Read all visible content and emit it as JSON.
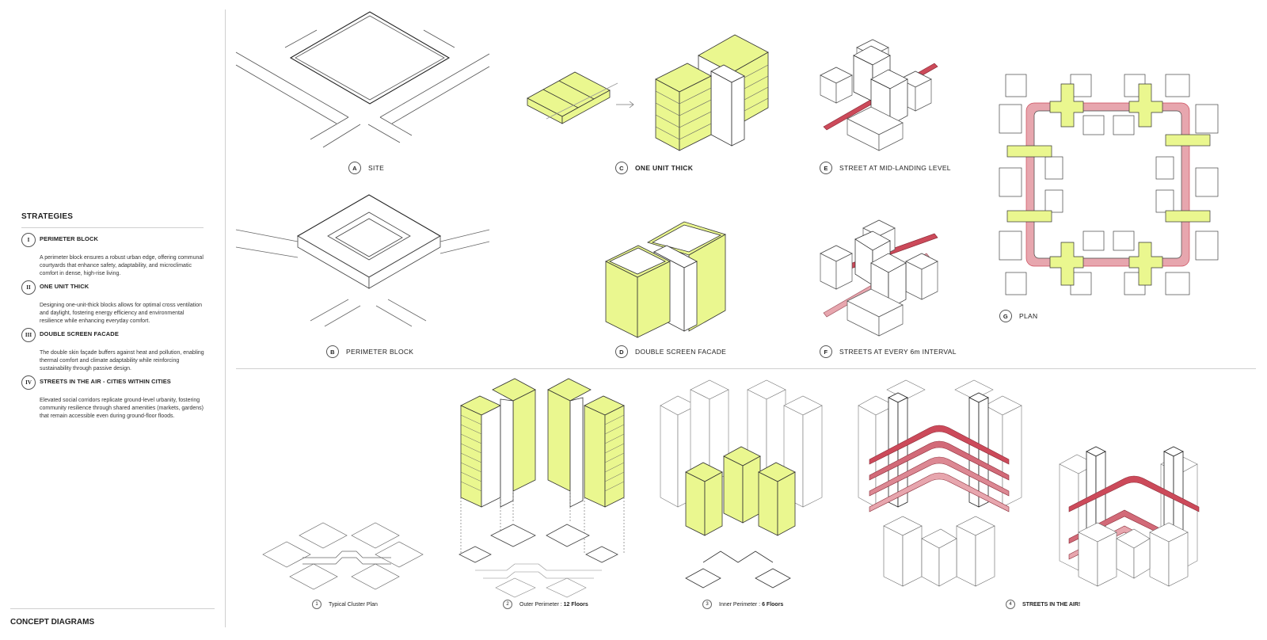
{
  "strategies": {
    "title": "STRATEGIES",
    "items": [
      {
        "num": "I",
        "name": "PERIMETER BLOCK",
        "desc": "A perimeter block ensures a robust urban edge, offering communal courtyards that enhance safety, adaptability, and microclimatic comfort in dense, high-rise living."
      },
      {
        "num": "II",
        "name": "ONE UNIT THICK",
        "desc": "Designing one-unit-thick blocks allows for optimal cross ventilation and daylight, fostering energy efficiency and environmental resilience while enhancing everyday comfort."
      },
      {
        "num": "III",
        "name": "DOUBLE SCREEN FACADE",
        "desc": "The double skin façade buffers against heat and pollution, enabling thermal comfort and climate adaptability while reinforcing sustainability through passive design."
      },
      {
        "num": "IV",
        "name": "STREETS IN THE AIR - CITIES WITHIN CITIES",
        "desc": "Elevated social corridors replicate ground-level urbanity, fostering community resilience through shared amenities (markets, gardens) that remain accessible even during ground-floor floods."
      }
    ]
  },
  "footer": {
    "title": "CONCEPT DIAGRAMS"
  },
  "diagrams": {
    "A": {
      "letter": "A",
      "label": "SITE"
    },
    "B": {
      "letter": "B",
      "label": "PERIMETER BLOCK"
    },
    "C": {
      "letter": "C",
      "label": "ONE UNIT THICK"
    },
    "D": {
      "letter": "D",
      "label": "DOUBLE SCREEN FACADE"
    },
    "E": {
      "letter": "E",
      "label": "STREET AT MID-LANDING LEVEL"
    },
    "F": {
      "letter": "F",
      "label": "STREETS AT EVERY 6m INTERVAL"
    },
    "G": {
      "letter": "G",
      "label": "PLAN"
    }
  },
  "steps": [
    {
      "num": "1",
      "label": "Typical Cluster Plan",
      "bold": ""
    },
    {
      "num": "2",
      "label": "Outer Perimeter : ",
      "bold": "12 Floors"
    },
    {
      "num": "3",
      "label": "Inner Perimeter : ",
      "bold": "6 Floors"
    },
    {
      "num": "4",
      "label": "",
      "bold": "STREETS IN THE AIR!"
    }
  ],
  "colors": {
    "highlight": "#eaf78f",
    "street": "#cc4a5a",
    "street_light": "#e7a6ae",
    "line": "#333333"
  }
}
